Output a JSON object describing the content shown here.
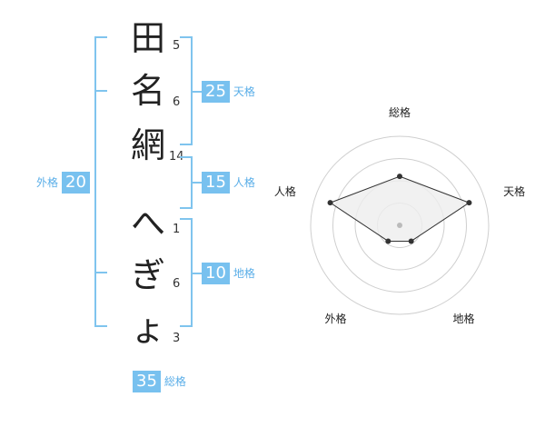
{
  "name_chars": [
    {
      "char": "田",
      "strokes": "5"
    },
    {
      "char": "名",
      "strokes": "6"
    },
    {
      "char": "網",
      "strokes": "14"
    },
    {
      "char": "へ",
      "strokes": "1"
    },
    {
      "char": "ぎ",
      "strokes": "6"
    },
    {
      "char": "ょ",
      "strokes": "3"
    }
  ],
  "fortune": {
    "tenkaku": {
      "value": "25",
      "label": "天格"
    },
    "jinkaku": {
      "value": "15",
      "label": "人格"
    },
    "chikaku": {
      "value": "10",
      "label": "地格"
    },
    "gaikaku": {
      "value": "20",
      "label": "外格"
    },
    "soukaku": {
      "value": "35",
      "label": "総格"
    }
  },
  "radar": {
    "axes": [
      "総格",
      "天格",
      "地格",
      "外格",
      "人格"
    ],
    "levels": 4,
    "values": [
      0.55,
      0.82,
      0.22,
      0.22,
      0.82
    ],
    "colors": {
      "grid": "#cfcfcf",
      "fill": "#eeeeee",
      "line": "#333333",
      "point": "#333333",
      "center": "#bbbbbb"
    }
  }
}
